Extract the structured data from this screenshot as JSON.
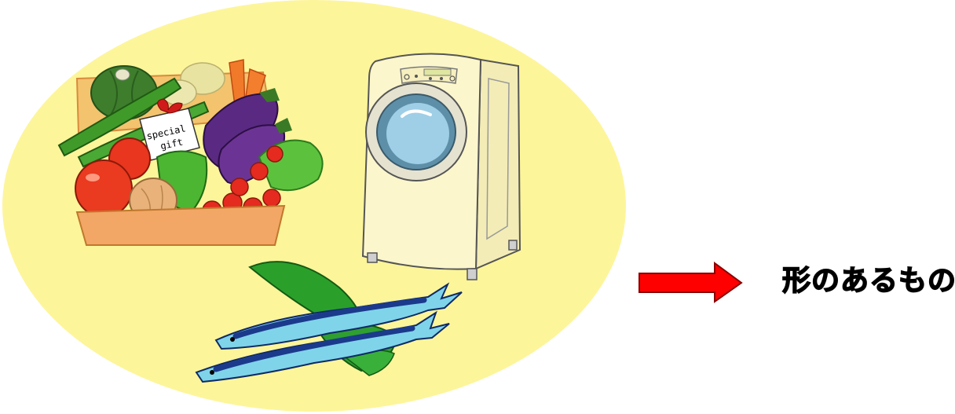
{
  "caption": {
    "text": "形のあるもの"
  },
  "gift_card": {
    "line1": "special",
    "line2": "gift"
  },
  "colors": {
    "background_oval": "#fdf59a",
    "arrow_fill": "#ff0000",
    "arrow_outline": "#8a0000",
    "washer_body": "#fbf6cc",
    "washer_window": "#9ecfe6",
    "fish_body": "#7fd4ea",
    "fish_back": "#1b3a8c",
    "leaf": "#2aa02a",
    "crate": "#f2a766",
    "pumpkin": "#3e7d2c",
    "eggplant": "#5a2a82",
    "tomato": "#e8361f"
  },
  "icons": [
    "vegetable-basket-icon",
    "washing-machine-icon",
    "fish-icon",
    "right-arrow-icon"
  ]
}
